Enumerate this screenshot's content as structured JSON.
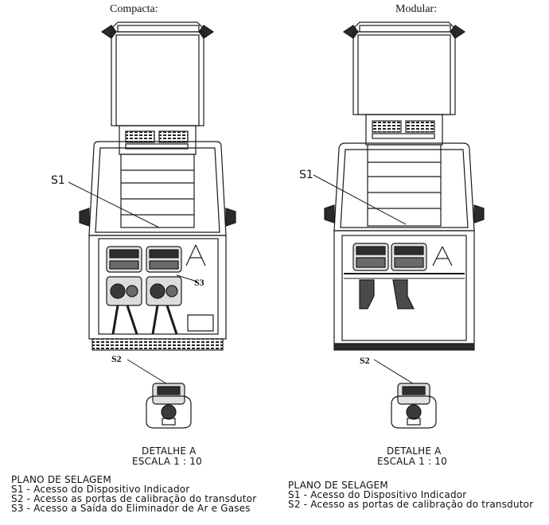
{
  "left": {
    "title": "Compacta:",
    "s1_label": "S1",
    "s2_label": "S2",
    "s3_label": "S3",
    "zone_label": "A",
    "detail_title": "DETALHE A",
    "detail_scale": "ESCALA 1 : 10",
    "notes": {
      "heading": "PLANO DE SELAGEM",
      "items": [
        "S1 - Acesso do Dispositivo Indicador",
        "S2 - Acesso as portas de calibração do transdutor",
        "S3 - Acesso a Saída do Eliminador de Ar e Gases"
      ]
    }
  },
  "right": {
    "title": "Modular:",
    "s1_label": "S1",
    "s2_label": "S2",
    "zone_label": "A",
    "detail_title": "DETALHE A",
    "detail_scale": "ESCALA 1 : 10",
    "notes": {
      "heading": "PLANO DE SELAGEM",
      "items": [
        "S1 - Acesso do Dispositivo Indicador",
        "S2 - Acesso as portas de calibração do transdutor"
      ]
    }
  },
  "colors": {
    "line": "#1a1a1a",
    "fill_dark": "#3a3a3a",
    "fill_light": "#e8e8e8"
  }
}
